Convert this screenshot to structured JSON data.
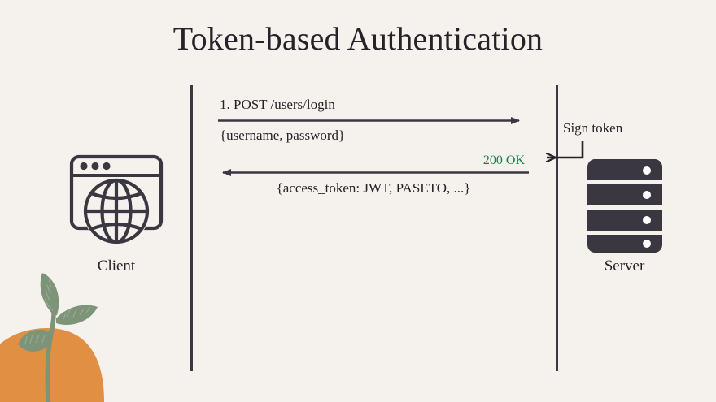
{
  "slide": {
    "title": "Token-based Authentication",
    "background_color": "#f5f1ec",
    "ink_color": "#262228"
  },
  "actors": {
    "client": {
      "label": "Client",
      "icon": "browser-globe-icon"
    },
    "server": {
      "label": "Server",
      "icon": "server-rack-icon"
    }
  },
  "messages": [
    {
      "direction": "client-to-server",
      "title": "1. POST /users/login",
      "body": "{username, password}"
    },
    {
      "direction": "server-to-client",
      "status": "200 OK",
      "status_color": "#17804a",
      "body": "{access_token: JWT, PASETO, ...}"
    }
  ],
  "self_message": {
    "label": "Sign token",
    "actor": "server"
  },
  "decoration": {
    "plant_color": "#7e9478",
    "orange_color": "#e08f43"
  }
}
